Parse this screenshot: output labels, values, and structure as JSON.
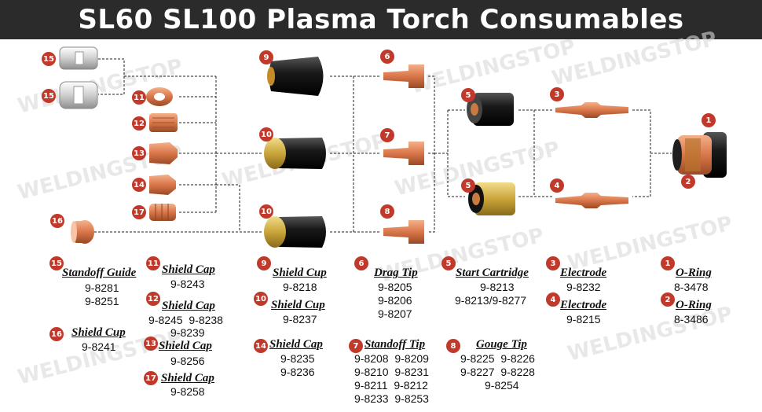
{
  "title": "SL60 SL100 Plasma Torch Consumables",
  "watermark": "WELDINGSTOP",
  "colors": {
    "badge": "#c0392b",
    "copper": "#d9764a",
    "black": "#1a1a1a",
    "brass": "#c9a53a"
  },
  "badges": [
    "15",
    "15",
    "11",
    "12",
    "13",
    "14",
    "17",
    "16",
    "9",
    "10",
    "10",
    "6",
    "7",
    "8",
    "5",
    "5",
    "3",
    "4",
    "1",
    "2"
  ],
  "legend": {
    "standoff_guide": {
      "num": "15",
      "title": "Standoff Guide",
      "parts": [
        "9-8281",
        "9-8251"
      ]
    },
    "shield_cup_16": {
      "num": "16",
      "title": "Shield Cup",
      "parts": [
        "9-8241"
      ]
    },
    "shield_cap_11": {
      "num": "11",
      "title": "Shield Cap",
      "parts": [
        "9-8243"
      ]
    },
    "shield_cap_12": {
      "num": "12",
      "title": "Shield Cap",
      "parts": [
        "9-8245  9-8238",
        "9-8239"
      ]
    },
    "shield_cap_13": {
      "num": "13",
      "title": "Shield Cap",
      "parts": [
        "9-8256"
      ]
    },
    "shield_cap_17": {
      "num": "17",
      "title": "Shield Cap",
      "parts": [
        "9-8258"
      ]
    },
    "shield_cup_9": {
      "num": "9",
      "title": "Shield Cup",
      "parts": [
        "9-8218"
      ]
    },
    "shield_cup_10": {
      "num": "10",
      "title": "Shield Cup",
      "parts": [
        "9-8237"
      ]
    },
    "shield_cap_14": {
      "num": "14",
      "title": "Shield Cap",
      "parts": [
        "9-8235",
        "9-8236"
      ]
    },
    "drag_tip": {
      "num": "6",
      "title": "Drag Tip",
      "parts": [
        "9-8205",
        "9-8206",
        "9-8207"
      ]
    },
    "standoff_tip": {
      "num": "7",
      "title": "Standoff Tip",
      "parts": [
        "9-8208  9-8209",
        "9-8210  9-8231",
        "9-8211  9-8212",
        "9-8233  9-8253"
      ]
    },
    "start_cartridge": {
      "num": "5",
      "title": "Start Cartridge",
      "parts": [
        "9-8213",
        "9-8213/9-8277"
      ]
    },
    "gouge_tip": {
      "num": "8",
      "title": "Gouge Tip",
      "parts": [
        "9-8225  9-8226",
        "9-8227  9-8228",
        "9-8254"
      ]
    },
    "electrode_3": {
      "num": "3",
      "title": "Electrode",
      "parts": [
        "9-8232"
      ]
    },
    "electrode_4": {
      "num": "4",
      "title": "Electrode",
      "parts": [
        "9-8215"
      ]
    },
    "o_ring_1": {
      "num": "1",
      "title": "O-Ring",
      "parts": [
        "8-3478"
      ]
    },
    "o_ring_2": {
      "num": "2",
      "title": "O-Ring",
      "parts": [
        "8-3486"
      ]
    }
  }
}
